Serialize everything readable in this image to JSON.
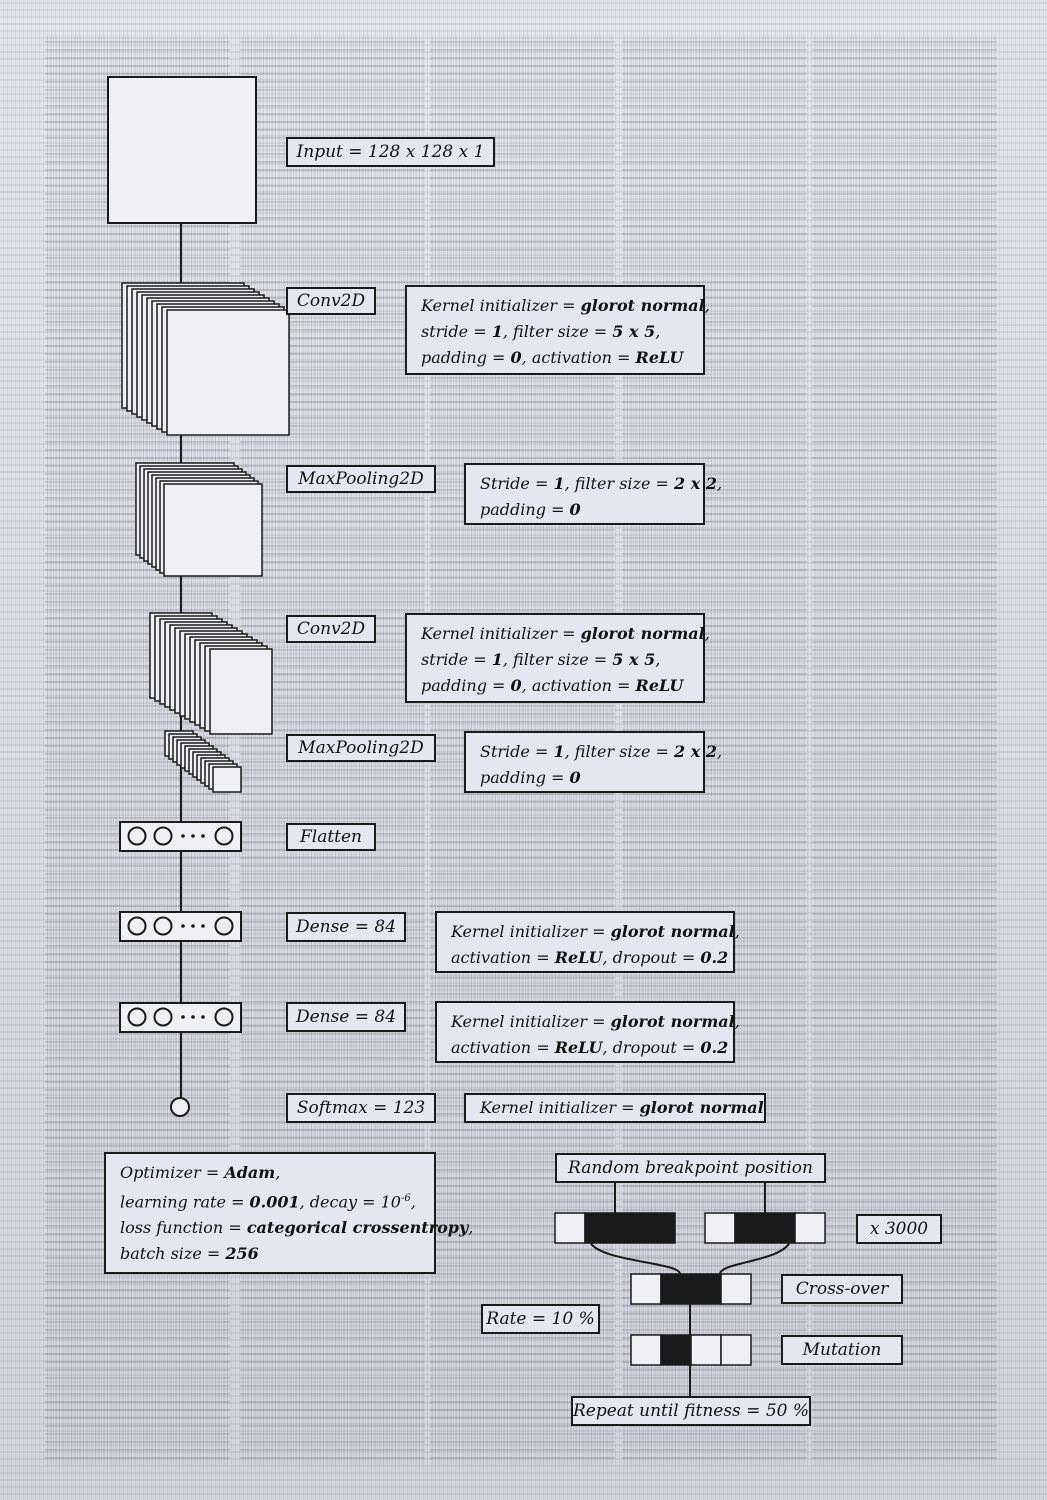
{
  "colors": {
    "ink": "#1a1a1a",
    "paper": "#d7d7df",
    "box": "#e6e6ee"
  },
  "layers": [
    {
      "label": "Input = 128 x 128 x 1"
    },
    {
      "label": "Conv2D",
      "params": [
        "Kernel initializer = ",
        "glorot normal",
        ",",
        "stride = ",
        "1",
        ", filter size = ",
        "5 x 5",
        ",",
        "padding = ",
        "0",
        ", activation = ",
        "ReLU"
      ]
    },
    {
      "label": "MaxPooling2D",
      "params": [
        "Stride = ",
        "1",
        ", filter size = ",
        "2 x 2",
        ",",
        "padding = ",
        "0"
      ]
    },
    {
      "label": "Conv2D",
      "params": [
        "Kernel initializer = ",
        "glorot normal",
        ",",
        "stride = ",
        "1",
        ", filter size = ",
        "5 x 5",
        ",",
        "padding = ",
        "0",
        ", activation = ",
        "ReLU"
      ]
    },
    {
      "label": "MaxPooling2D",
      "params": [
        "Stride = ",
        "1",
        ", filter size = ",
        "2 x 2",
        ",",
        "padding = ",
        "0"
      ]
    },
    {
      "label": "Flatten"
    },
    {
      "label": "Dense = 84",
      "params": [
        "Kernel initializer = ",
        "glorot normal",
        ",",
        "activation = ",
        "ReLU",
        ", dropout = ",
        "0.2"
      ]
    },
    {
      "label": "Dense = 84",
      "params": [
        "Kernel initializer = ",
        "glorot normal",
        ",",
        "activation = ",
        "ReLU",
        ", dropout = ",
        "0.2"
      ]
    },
    {
      "label": "Softmax = 123",
      "params": [
        "Kernel initializer = ",
        "glorot normal"
      ]
    }
  ],
  "optimizer": {
    "line1_a": "Optimizer = ",
    "line1_b": "Adam",
    "line1_c": ",",
    "line2_a": "learning rate = ",
    "line2_b": "0.001",
    "line2_c": ", decay = 10",
    "line2_sup": "-6",
    "line2_d": ",",
    "line3_a": "loss function = ",
    "line3_b": "categorical crossentropy",
    "line3_c": ",",
    "line4_a": "batch size = ",
    "line4_b": "256"
  },
  "genetic": {
    "breakpoint": "Random breakpoint position",
    "repeat_count": "x 3000",
    "crossover": "Cross-over",
    "rate": "Rate = 10 %",
    "mutation": "Mutation",
    "repeat": "Repeat until fitness = 50 %"
  }
}
